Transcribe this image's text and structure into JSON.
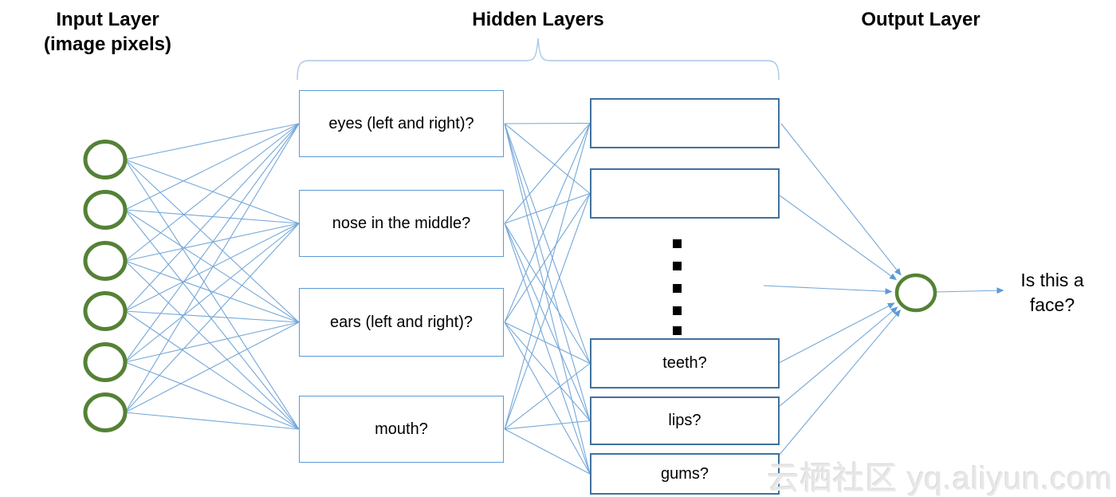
{
  "titles": {
    "input": "Input Layer\n(image pixels)",
    "hidden": "Hidden Layers",
    "output": "Output Layer"
  },
  "input_layer": {
    "node_count": 6
  },
  "hidden_layer_1": {
    "boxes": [
      {
        "label": "eyes (left and right)?"
      },
      {
        "label": "nose in the middle?"
      },
      {
        "label": "ears (left and right)?"
      },
      {
        "label": "mouth?"
      }
    ]
  },
  "hidden_layer_2": {
    "boxes": [
      {
        "label": ""
      },
      {
        "label": ""
      },
      {
        "label": "teeth?"
      },
      {
        "label": "lips?"
      },
      {
        "label": "gums?"
      }
    ],
    "ellipsis_dot_count": 5
  },
  "output_layer": {
    "question": "Is this a\nface?"
  },
  "watermark": "云栖社区 yq.aliyun.com",
  "colors": {
    "node_green": "#548235",
    "edge_blue": "#74a7d8",
    "arrow_blue": "#5b9bd5",
    "box_border_light": "#5b9bd5",
    "box_border_dark": "#41719c",
    "brace_blue": "#a9c7e7",
    "text_black": "#000000"
  }
}
